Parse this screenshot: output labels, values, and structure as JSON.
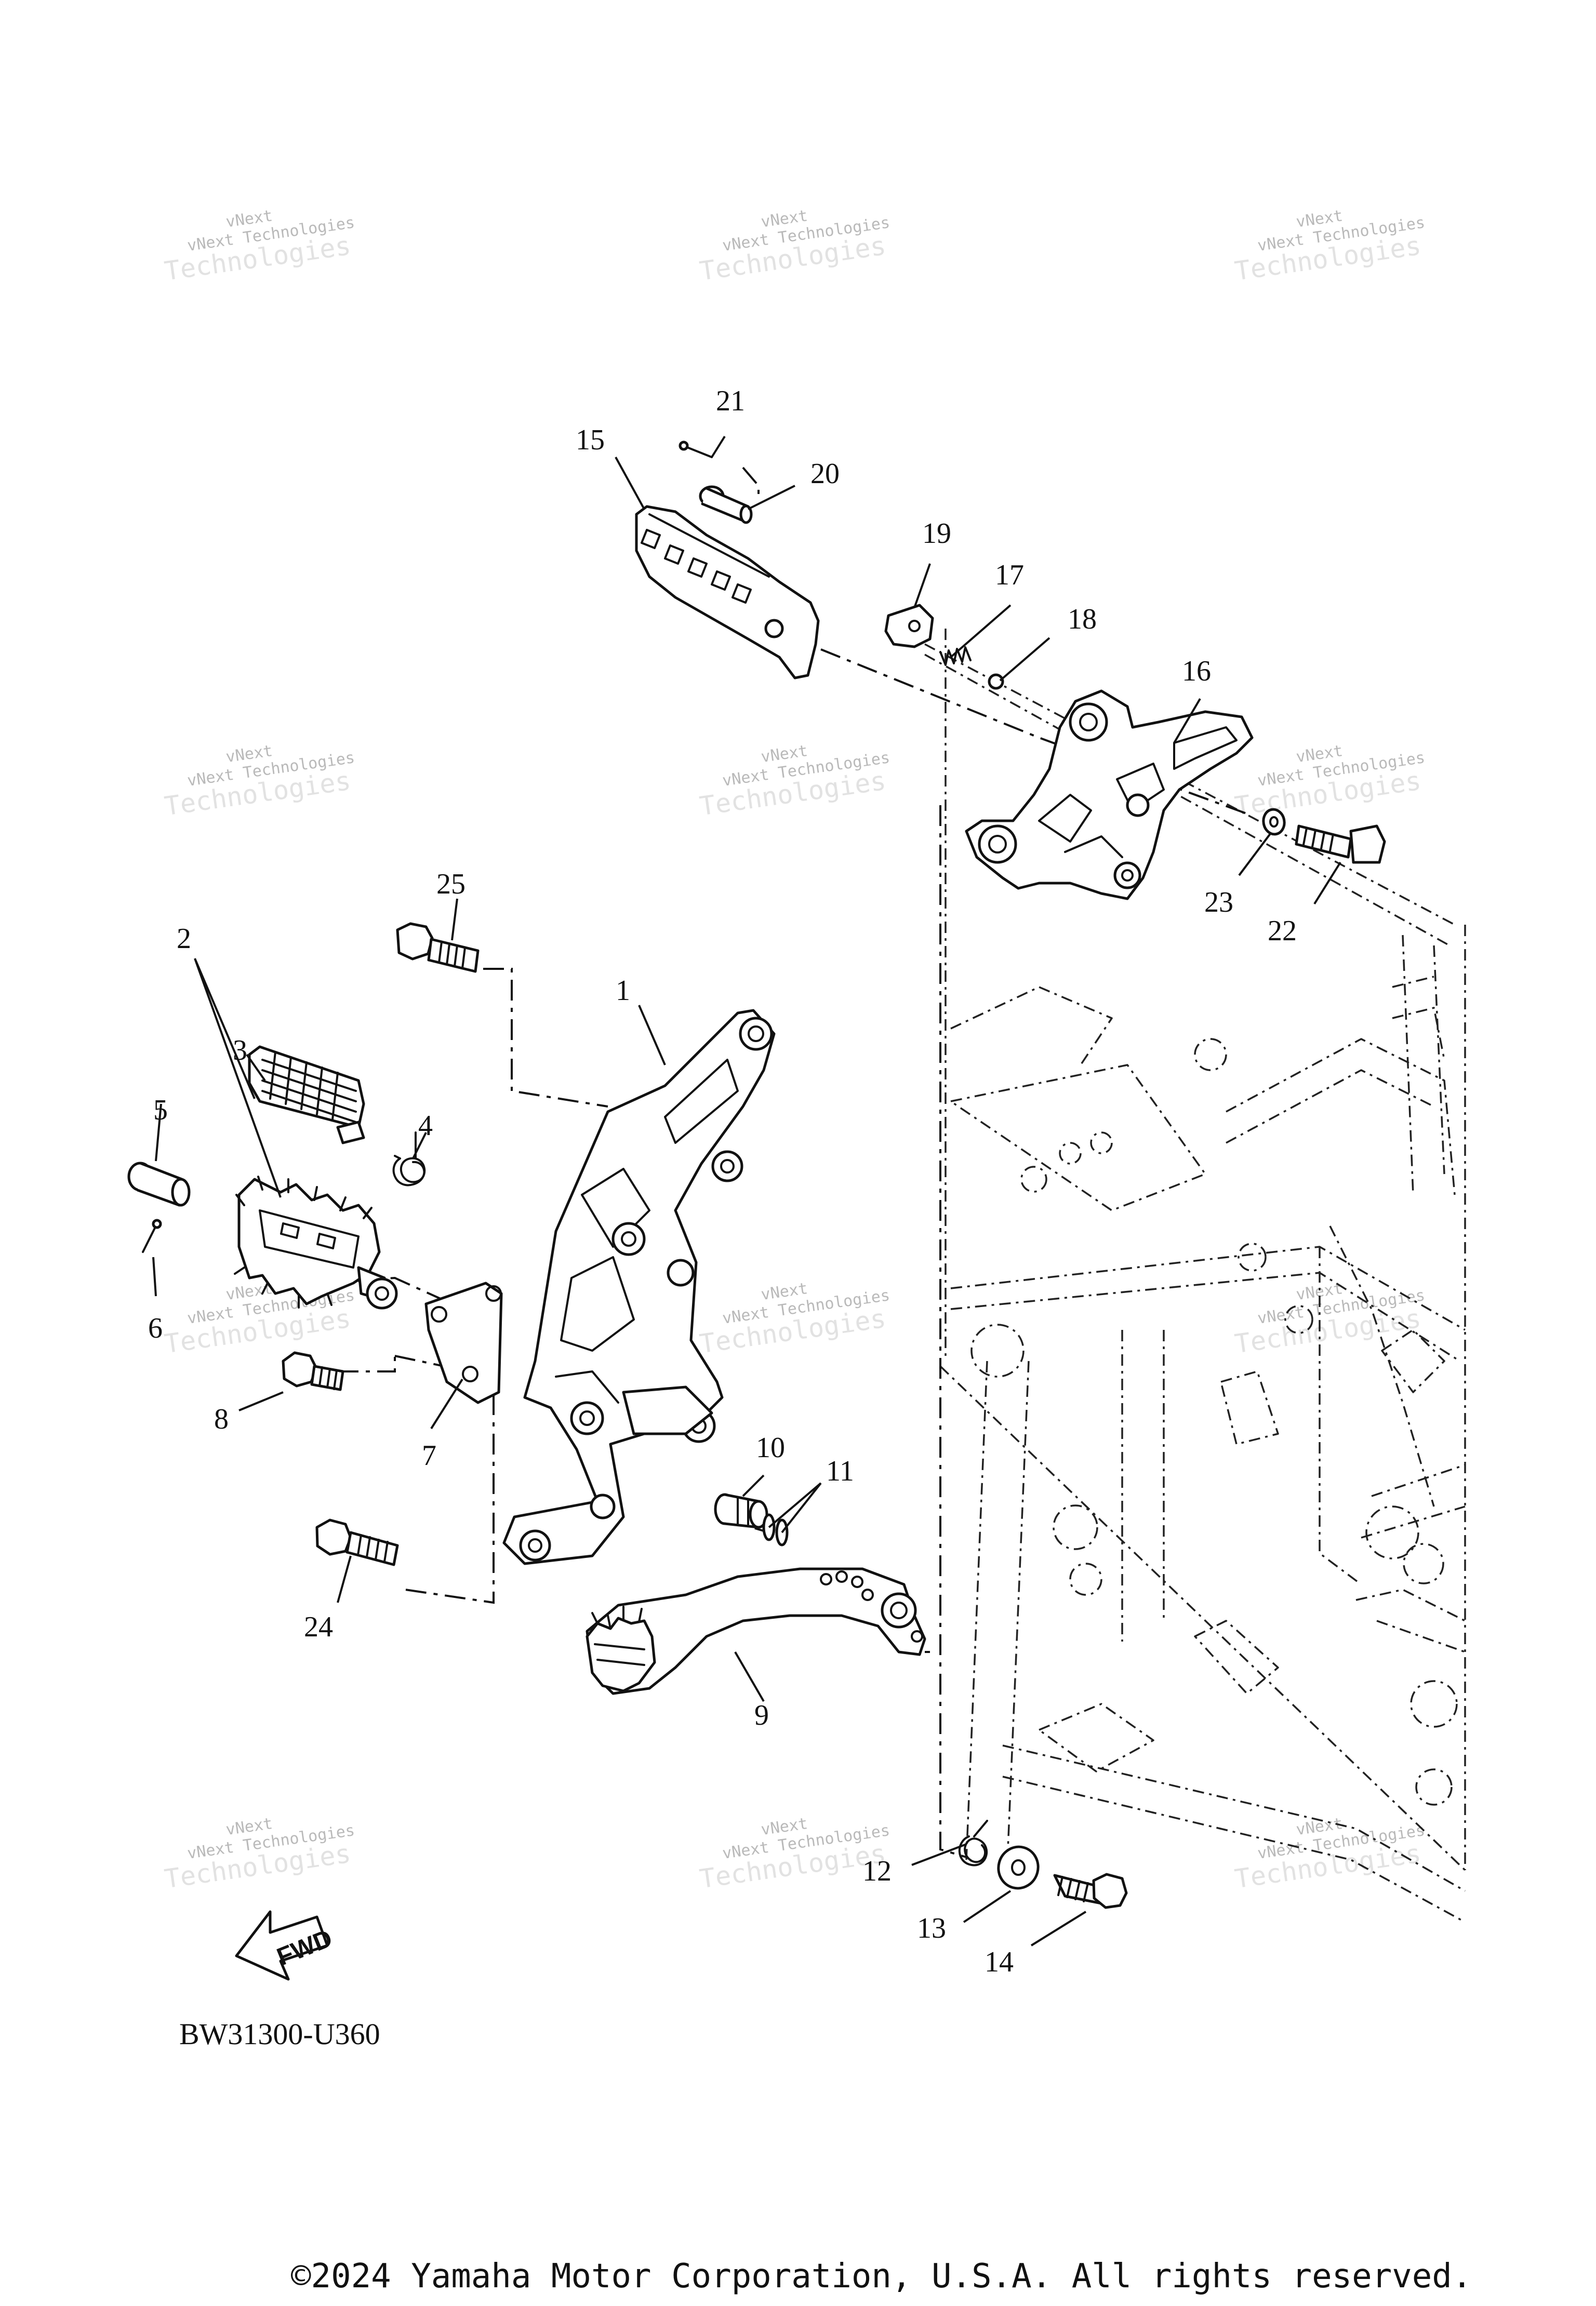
{
  "diagram": {
    "part_code": "BW31300-U360",
    "fwd_label": "FWD",
    "copyright": "©2024 Yamaha Motor Corporation, U.S.A. All rights reserved.",
    "watermark": {
      "line1": "vNext Technologies",
      "line2": "Technologies",
      "line3": "vNext"
    },
    "callouts": [
      "1",
      "2",
      "3",
      "4",
      "5",
      "6",
      "7",
      "8",
      "9",
      "10",
      "11",
      "12",
      "13",
      "14",
      "15",
      "16",
      "17",
      "18",
      "19",
      "20",
      "21",
      "22",
      "23",
      "24",
      "25"
    ]
  }
}
